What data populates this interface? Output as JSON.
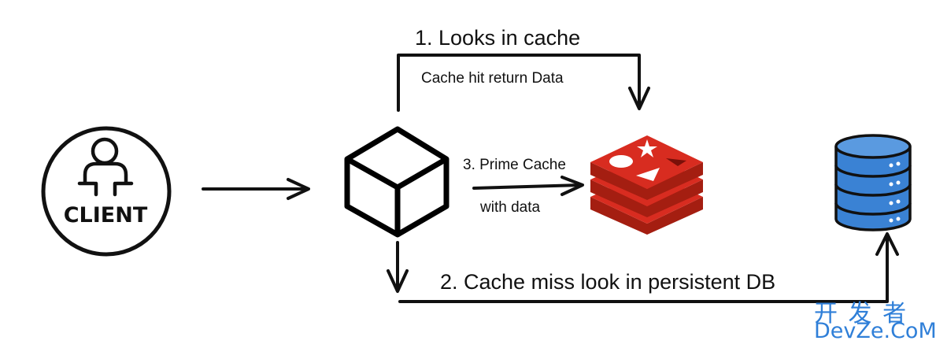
{
  "client": {
    "label": "CLIENT",
    "icon": "user-icon"
  },
  "service": {
    "icon": "cube-icon"
  },
  "cache": {
    "icon": "redis-logo-icon",
    "brand_color": "#d82c20"
  },
  "database": {
    "icon": "database-icon",
    "color": "#3a82d4"
  },
  "flows": {
    "looks_in_cache": "1. Looks in cache",
    "cache_hit": "Cache hit return Data",
    "prime_cache": "3. Prime Cache",
    "with_data": "with data",
    "cache_miss": "2. Cache miss look in persistent DB"
  },
  "watermark": {
    "top": "开 发 者",
    "bottom": "DevZe.CoM",
    "color": "#2f7fd8"
  }
}
